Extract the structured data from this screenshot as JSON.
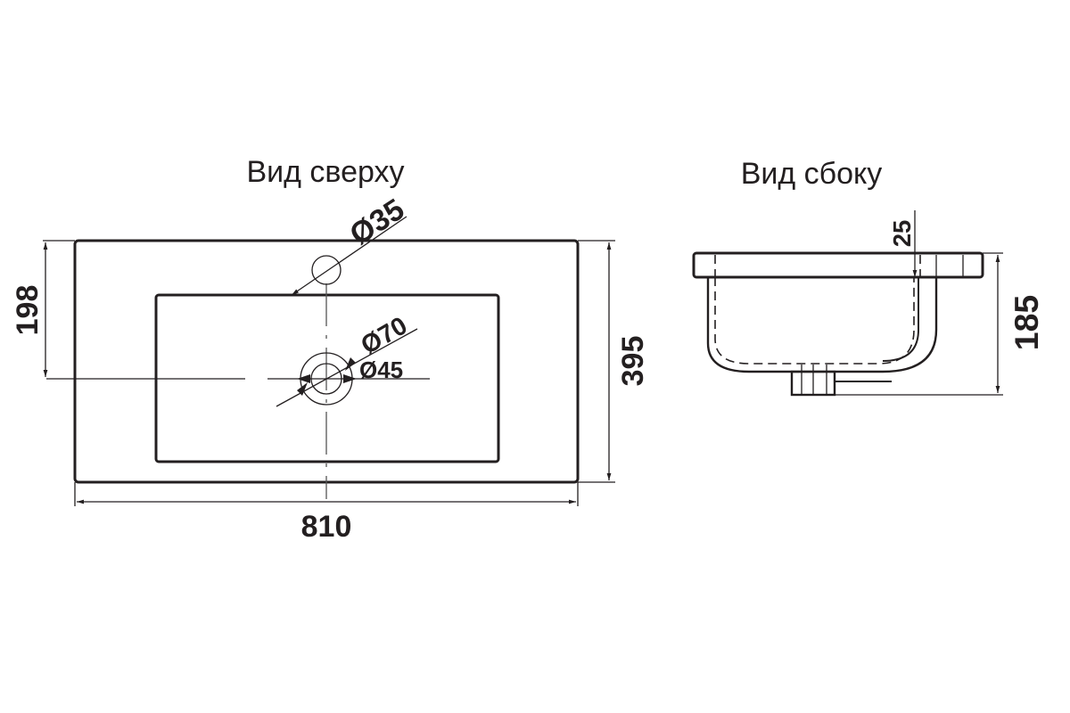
{
  "views": {
    "top": {
      "title": "Вид сверху",
      "dimensions": {
        "width": "810",
        "depth": "395",
        "drain_offset": "198",
        "faucet_hole": "Ø35",
        "drain_outer": "Ø70",
        "drain_inner": "Ø45"
      }
    },
    "side": {
      "title": "Вид сбоку",
      "dimensions": {
        "height": "185",
        "rim_thickness": "25"
      }
    }
  },
  "colors": {
    "line": "#231f20",
    "background": "#ffffff"
  }
}
